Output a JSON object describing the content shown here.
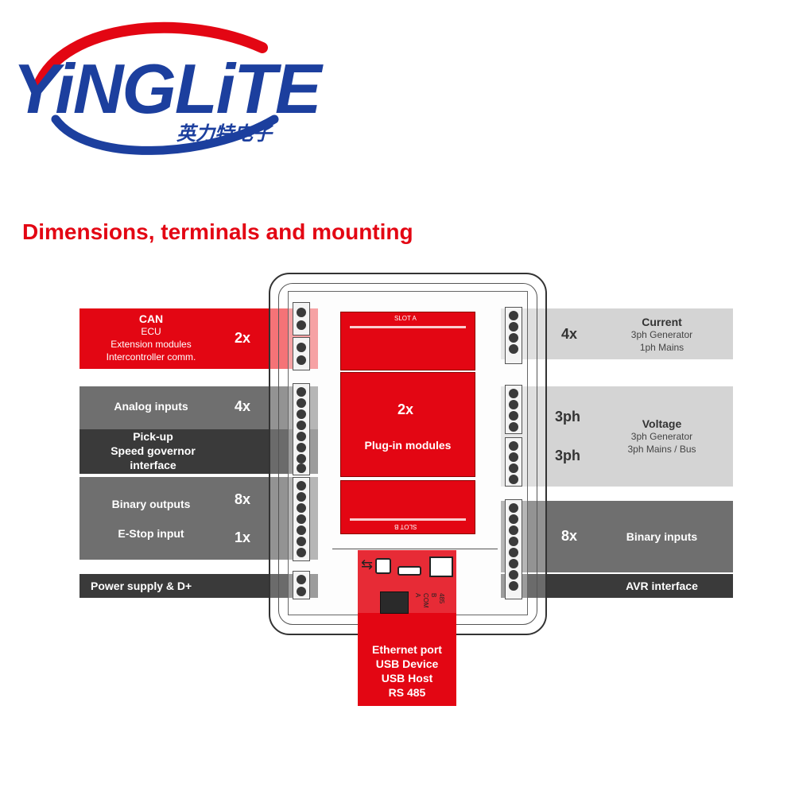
{
  "logo": {
    "brand": "YiNGLiTE",
    "chinese": "英力特电子"
  },
  "title": "Dimensions, terminals and mounting",
  "left": {
    "can": {
      "title": "CAN",
      "lines": [
        "ECU",
        "Extension modules",
        "Intercontroller comm."
      ],
      "count": "2x"
    },
    "analog": {
      "label": "Analog inputs",
      "count": "4x"
    },
    "pickup": {
      "lines": [
        "Pick-up",
        "Speed governor",
        "interface"
      ]
    },
    "binary_out": {
      "label": "Binary outputs",
      "count": "8x"
    },
    "estop": {
      "label": "E-Stop input",
      "count": "1x"
    },
    "power": {
      "label": "Power supply & D+"
    }
  },
  "right": {
    "current": {
      "title": "Current",
      "lines": [
        "3ph Generator",
        "1ph Mains"
      ],
      "count": "4x"
    },
    "voltage": {
      "title": "Voltage",
      "lines": [
        "3ph Generator",
        "3ph Mains / Bus"
      ],
      "count1": "3ph",
      "count2": "3ph"
    },
    "binary_in": {
      "label": "Binary inputs",
      "count": "8x"
    },
    "avr": {
      "label": "AVR interface"
    }
  },
  "center": {
    "plugin_count": "2x",
    "plugin_label": "Plug-in modules",
    "slot_a": "SLOT A",
    "slot_b": "SLOT B",
    "ports": [
      "Ethernet port",
      "USB Device",
      "USB Host",
      "RS 485"
    ],
    "rs485_labels": [
      "485",
      "B",
      "COM",
      "A"
    ]
  },
  "colors": {
    "red": "#e30613",
    "dark": "#3a3a3a",
    "mid": "#6f6f6f",
    "light": "#d4d4d4",
    "blue": "#1c3f9e"
  }
}
